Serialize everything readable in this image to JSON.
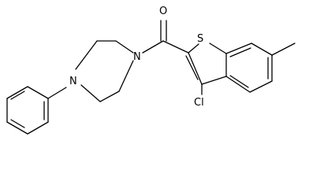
{
  "molecule": {
    "atom_labels": {
      "carbonyl_oxygen": "O",
      "ring_sulfur": "S",
      "piperazine_n_amide": "N",
      "piperazine_n_phenyl": "N",
      "chlorine": "Cl"
    }
  }
}
